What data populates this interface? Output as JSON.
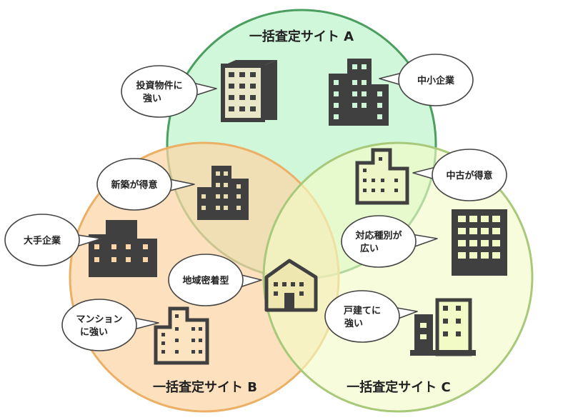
{
  "circles": {
    "a": {
      "title": "一括査定サイト A",
      "fill": "#ccf6d6",
      "stroke": "#4a9e5e"
    },
    "b": {
      "title": "一括査定サイト B",
      "fill": "#fcd6a6",
      "stroke": "#ebb065"
    },
    "c": {
      "title": "一括査定サイト C",
      "fill": "#f2fbc6",
      "stroke": "#a7c979"
    }
  },
  "bubbles": {
    "investment": [
      "投資物件に",
      "強い"
    ],
    "small_business": [
      "中小企業"
    ],
    "new_build": [
      "新築が得意"
    ],
    "used": [
      "中古が得意"
    ],
    "large_company": [
      "大手企業"
    ],
    "wide_types": [
      "対応種別が",
      "広い"
    ],
    "local": [
      "地域密着型"
    ],
    "mansion": [
      "マンション",
      "に強い"
    ],
    "detached": [
      "戸建てに",
      "強い"
    ]
  },
  "colors": {
    "building_dark": "#404040",
    "window_light": "#f5f5d5",
    "building_mid": "#d8d8d8",
    "bubble_fill": "#ffffff",
    "bubble_stroke": "#444444"
  }
}
